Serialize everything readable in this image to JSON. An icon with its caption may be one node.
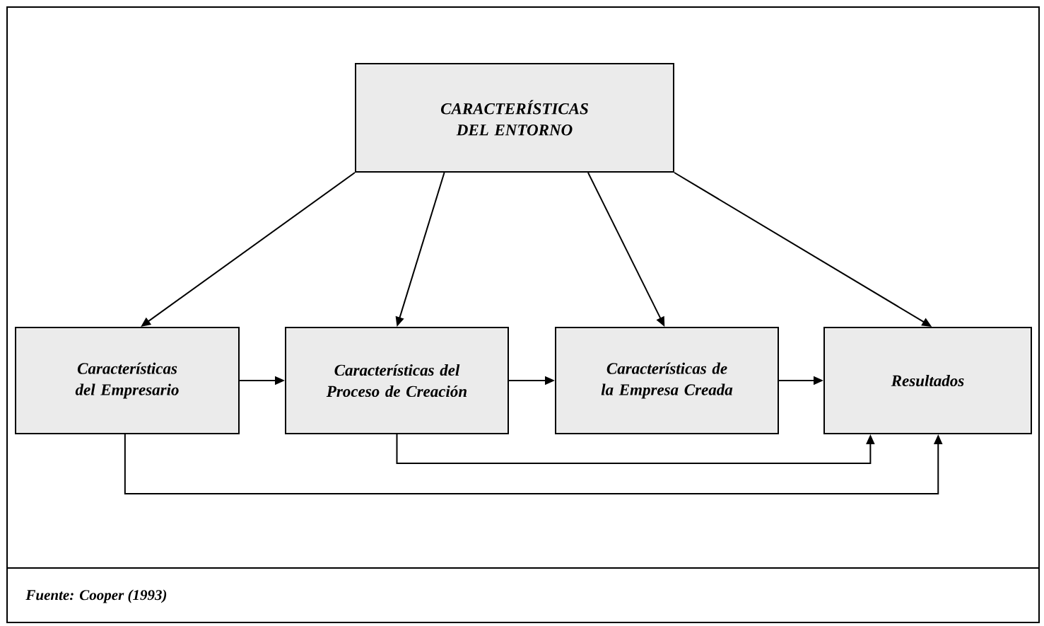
{
  "diagram": {
    "nodes": [
      {
        "text": [
          "CARACTERÍSTICAS DEL ENTORNO"
        ]
      },
      {
        "text": [
          "Características del Empresario"
        ]
      },
      {
        "text": [
          "Características del Proceso de Creación"
        ]
      },
      {
        "text": [
          "Características de la Empresa Creada"
        ]
      },
      {
        "text": [
          "Resultados"
        ]
      }
    ],
    "edges": [
      {
        "from": 0,
        "to": 1,
        "arrow": "to"
      },
      {
        "from": 0,
        "to": 2,
        "arrow": "to"
      },
      {
        "from": 0,
        "to": 3,
        "arrow": "to"
      },
      {
        "from": 0,
        "to": 4,
        "arrow": "to"
      },
      {
        "from": 1,
        "to": 2,
        "arrow": "to"
      },
      {
        "from": 2,
        "to": 3,
        "arrow": "to"
      },
      {
        "from": 3,
        "to": 4,
        "arrow": "to"
      },
      {
        "from": 2,
        "to": 4,
        "arrow": "to"
      },
      {
        "from": 1,
        "to": 4,
        "arrow": "to"
      }
    ],
    "labels": [
      "Fuente: Cooper (1993)"
    ]
  }
}
